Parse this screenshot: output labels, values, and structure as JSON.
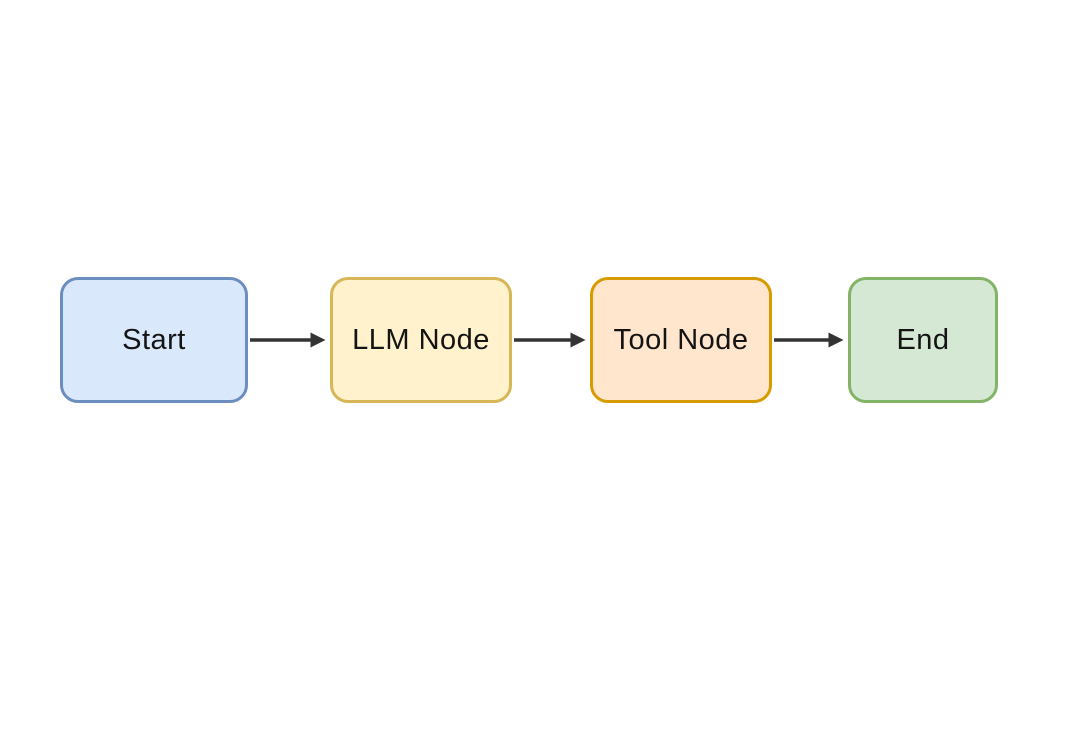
{
  "diagram": {
    "type": "flowchart",
    "background_color": "#ffffff",
    "arrow_color": "#333333",
    "text_color": "#141414",
    "nodes": [
      {
        "id": "start",
        "label": "Start",
        "fill": "#dae8fc",
        "stroke": "#6c8ebf"
      },
      {
        "id": "llm",
        "label": "LLM Node",
        "fill": "#fff2cc",
        "stroke": "#d6b656"
      },
      {
        "id": "tool",
        "label": "Tool Node",
        "fill": "#ffe6cc",
        "stroke": "#d79b00"
      },
      {
        "id": "end",
        "label": "End",
        "fill": "#d5e8d4",
        "stroke": "#82b366"
      }
    ],
    "edges": [
      {
        "from": "Start",
        "to": "LLM Node"
      },
      {
        "from": "LLM Node",
        "to": "Tool Node"
      },
      {
        "from": "Tool Node",
        "to": "End"
      }
    ]
  }
}
